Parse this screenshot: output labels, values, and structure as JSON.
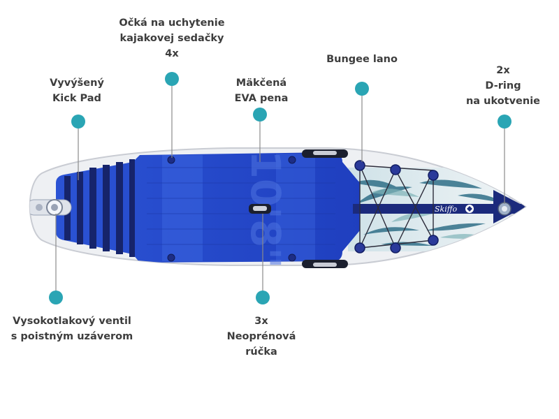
{
  "callouts": [
    {
      "id": "kayak-rings",
      "lines": [
        "Očká na uchytenie",
        "kajakovej sedačky",
        "4x"
      ]
    },
    {
      "id": "bungee",
      "lines": [
        "Bungee lano"
      ]
    },
    {
      "id": "kick-pad",
      "lines": [
        "Vyvýšený",
        "Kick Pad"
      ]
    },
    {
      "id": "eva-foam",
      "lines": [
        "Mäkčená",
        "EVA pena"
      ]
    },
    {
      "id": "d-ring",
      "lines": [
        "2x",
        "D-ring",
        "na ukotvenie"
      ]
    },
    {
      "id": "valve",
      "lines": [
        "Vysokotlakový ventil",
        "s poistným uzáverom"
      ]
    },
    {
      "id": "handles",
      "lines": [
        "3x",
        "Neoprénová",
        "rúčka"
      ]
    }
  ],
  "board": {
    "size_print": "10'8\"",
    "brand": "Skiffo"
  },
  "colors": {
    "dot": "#2aa5b4",
    "leader": "#8a8a8a",
    "deck_blue": "#2346c4",
    "deck_navy": "#18286e",
    "rail_white": "#eef0f3"
  }
}
